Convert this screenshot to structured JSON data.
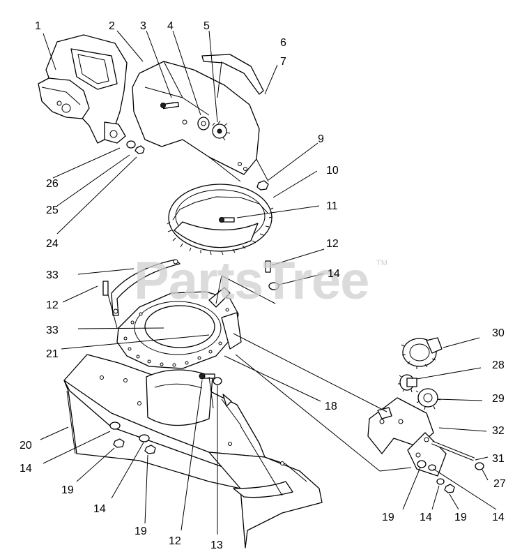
{
  "watermark": {
    "text": "PartsTree",
    "trademark": "TM"
  },
  "part_labels": [
    "1",
    "2",
    "3",
    "4",
    "5",
    "6",
    "7",
    "26",
    "25",
    "24",
    "9",
    "10",
    "11",
    "12",
    "14",
    "33",
    "12",
    "33",
    "21",
    "18",
    "30",
    "28",
    "29",
    "32",
    "31",
    "27",
    "20",
    "14",
    "19",
    "14",
    "19",
    "12",
    "13",
    "19",
    "14",
    "19",
    "14"
  ]
}
